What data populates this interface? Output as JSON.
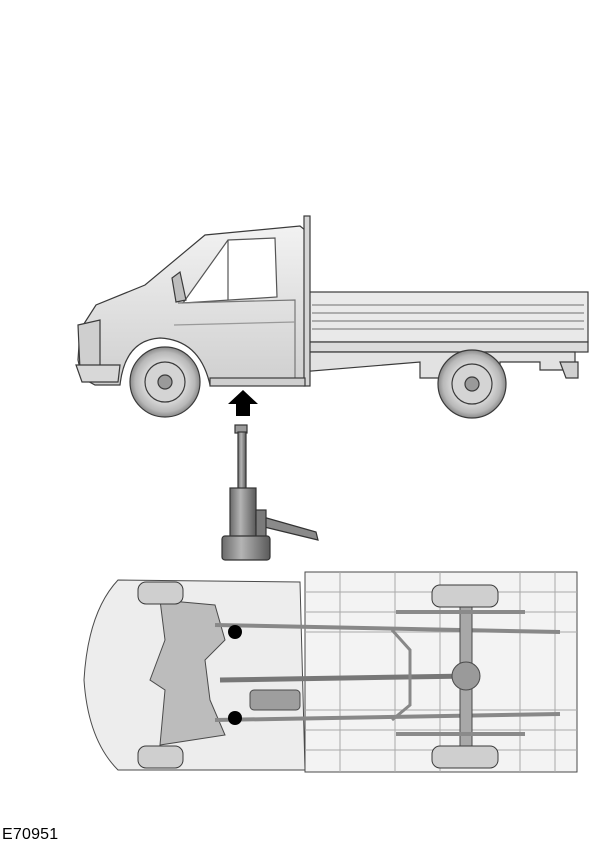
{
  "figure": {
    "reference_code": "E70951",
    "views": [
      "side-view",
      "underside-view"
    ],
    "lift_point_markers": 2,
    "colors": {
      "body": "#e6e6e6",
      "outline": "#3a3a3a",
      "marker": "#000000",
      "jack": "#8c8c8c"
    }
  }
}
